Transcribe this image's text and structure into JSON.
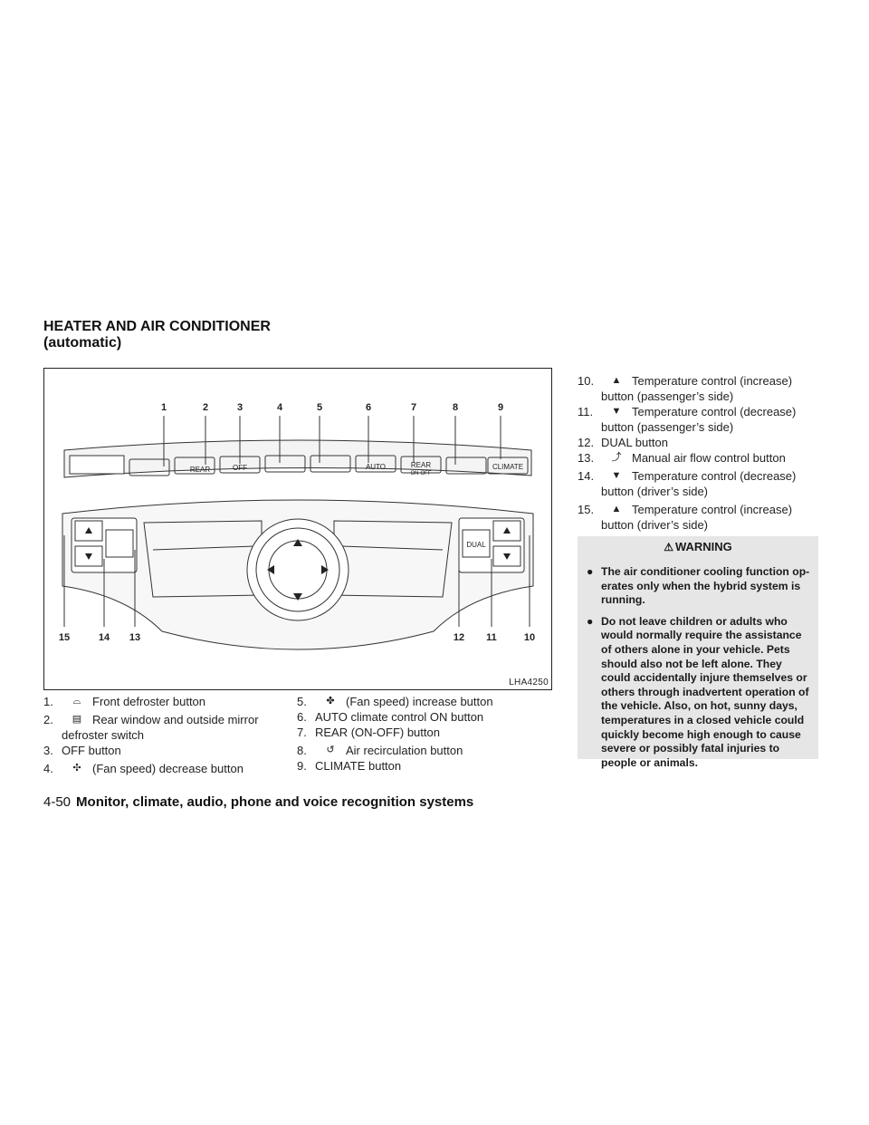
{
  "heading": {
    "line1": "HEATER AND AIR CONDITIONER",
    "line2": "(automatic)"
  },
  "figure": {
    "id": "LHA4250",
    "top_callouts": [
      "1",
      "2",
      "3",
      "4",
      "5",
      "6",
      "7",
      "8",
      "9"
    ],
    "bottom_callouts": [
      "15",
      "14",
      "13",
      "12",
      "11",
      "10"
    ],
    "panel_labels": {
      "rear": "REAR",
      "off": "OFF",
      "auto": "AUTO",
      "rear2": "REAR",
      "onoff": "ON-OFF",
      "climate": "CLIMATE",
      "dual": "DUAL"
    }
  },
  "items": [
    {
      "num": "1.",
      "icon": "front-defroster-icon",
      "text": "Front defroster button"
    },
    {
      "num": "2.",
      "icon": "rear-defroster-icon",
      "text": "Rear window and outside mirror",
      "cont": "defroster switch"
    },
    {
      "num": "3.",
      "text": "OFF button"
    },
    {
      "num": "4.",
      "icon": "fan-small-icon",
      "text": "(Fan speed) decrease button"
    },
    {
      "num": "5.",
      "icon": "fan-large-icon",
      "text": "(Fan speed) increase button"
    },
    {
      "num": "6.",
      "text": "AUTO climate control ON button"
    },
    {
      "num": "7.",
      "text": "REAR (ON-OFF) button"
    },
    {
      "num": "8.",
      "icon": "recirculation-icon",
      "text": "Air recirculation button"
    },
    {
      "num": "9.",
      "text": "CLIMATE button"
    },
    {
      "num": "10.",
      "icon": "up-arrow-icon",
      "text": "Temperature control (increase)",
      "cont": "button (passenger’s side)"
    },
    {
      "num": "11.",
      "icon": "down-arrow-icon",
      "text": "Temperature control (decrease)",
      "cont": "button (passenger’s side)"
    },
    {
      "num": "12.",
      "text": "DUAL button"
    },
    {
      "num": "13.",
      "icon": "manual-airflow-icon",
      "text": "Manual air flow control button"
    },
    {
      "num": "14.",
      "icon": "down-arrow-icon",
      "text": "Temperature control (decrease)",
      "cont": "button (driver’s side)"
    },
    {
      "num": "15.",
      "icon": "up-arrow-icon",
      "text": "Temperature control (increase)",
      "cont": "button (driver’s side)"
    }
  ],
  "warning": {
    "title": "WARNING",
    "bullets": [
      "The air conditioner cooling function op- erates only when the hybrid system is running.",
      "Do not leave children or adults who would normally require the assistance of others alone in your vehicle. Pets should also not be left alone. They could accidentally injure themselves or others through inadvertent operation of the vehicle. Also, on hot, sunny days, temperatures in a closed vehicle could quickly become high enough to cause severe or possibly fatal injuries to people or animals."
    ]
  },
  "footer": {
    "page": "4-50",
    "section": "Monitor, climate, audio, phone and voice recognition systems"
  }
}
